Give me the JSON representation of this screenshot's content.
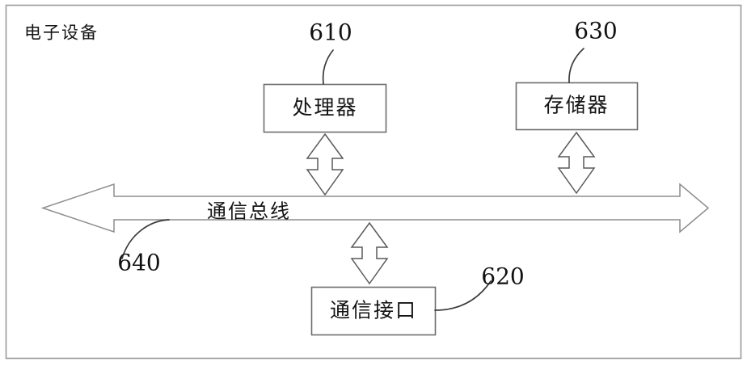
{
  "figure": {
    "frame_title": "电子设备",
    "background_color": "#ffffff",
    "line_color": "#5a5a5a",
    "text_color": "#141414"
  },
  "nodes": {
    "processor": {
      "label": "处理器",
      "ref": "610"
    },
    "memory": {
      "label": "存储器",
      "ref": "630"
    },
    "interface": {
      "label": "通信接口",
      "ref": "620"
    },
    "bus": {
      "label": "通信总线",
      "ref": "640"
    }
  },
  "connectors": [
    {
      "name": "processor-to-bus",
      "type": "double-headed-vertical-arrow"
    },
    {
      "name": "memory-to-bus",
      "type": "double-headed-vertical-arrow"
    },
    {
      "name": "bus-to-interface",
      "type": "double-headed-vertical-arrow"
    }
  ]
}
